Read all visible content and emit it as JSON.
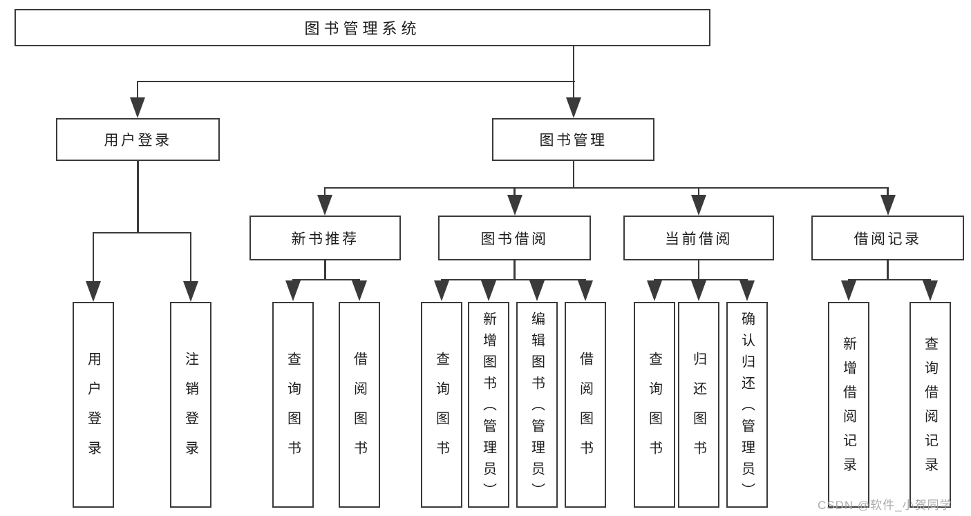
{
  "root": {
    "label": "图书管理系统",
    "children": [
      {
        "label": "用户登录",
        "children": [
          {
            "label": "用户登录"
          },
          {
            "label": "注销登录"
          }
        ]
      },
      {
        "label": "图书管理",
        "children": [
          {
            "label": "新书推荐",
            "children": [
              {
                "label": "查询图书"
              },
              {
                "label": "借阅图书"
              }
            ]
          },
          {
            "label": "图书借阅",
            "children": [
              {
                "label": "查询图书"
              },
              {
                "label": "新增图书（管理员）"
              },
              {
                "label": "编辑图书（管理员）"
              },
              {
                "label": "借阅图书"
              }
            ]
          },
          {
            "label": "当前借阅",
            "children": [
              {
                "label": "查询图书"
              },
              {
                "label": "归还图书"
              },
              {
                "label": "确认归还（管理员）"
              }
            ]
          },
          {
            "label": "借阅记录",
            "children": [
              {
                "label": "新增借阅记录"
              },
              {
                "label": "查询借阅记录"
              }
            ]
          }
        ]
      }
    ]
  },
  "watermark": {
    "text": "CSDN @软件_小贺同学"
  },
  "colors": {
    "line": "#3a3a3a",
    "text": "#1c1c1c",
    "background": "#ffffff",
    "watermark": "#a6a6a6"
  }
}
